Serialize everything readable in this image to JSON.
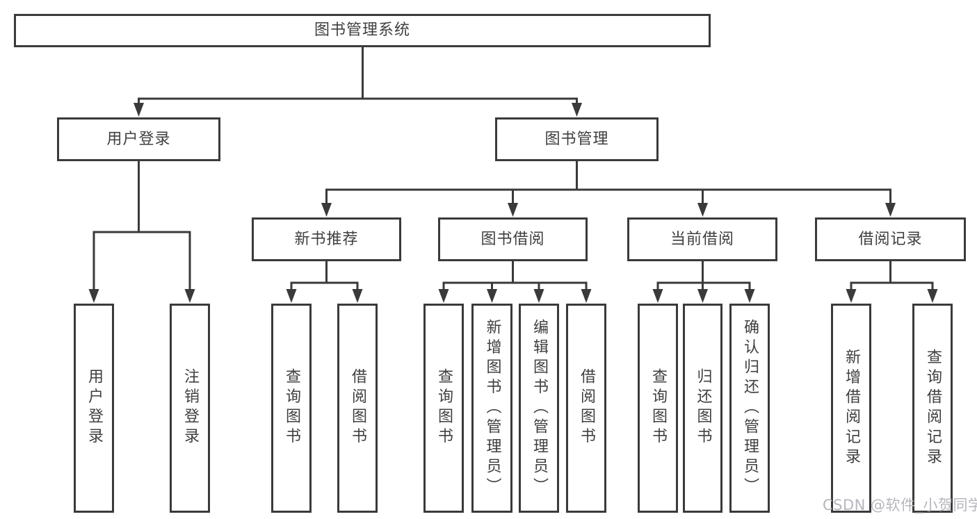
{
  "tree": {
    "root": {
      "label": "图书管理系统"
    },
    "children": [
      {
        "label": "用户登录",
        "children": [
          {
            "label": "用户登录"
          },
          {
            "label": "注销登录"
          }
        ]
      },
      {
        "label": "图书管理",
        "children": [
          {
            "label": "新书推荐",
            "children": [
              {
                "label": "查询图书"
              },
              {
                "label": "借阅图书"
              }
            ]
          },
          {
            "label": "图书借阅",
            "children": [
              {
                "label": "查询图书"
              },
              {
                "label": "新增图书（管理员）"
              },
              {
                "label": "编辑图书（管理员）"
              },
              {
                "label": "借阅图书"
              }
            ]
          },
          {
            "label": "当前借阅",
            "children": [
              {
                "label": "查询图书"
              },
              {
                "label": "归还图书"
              },
              {
                "label": "确认归还（管理员）"
              }
            ]
          },
          {
            "label": "借阅记录",
            "children": [
              {
                "label": "新增借阅记录"
              },
              {
                "label": "查询借阅记录"
              }
            ]
          }
        ]
      }
    ]
  },
  "watermark": {
    "text": "CSDN @软件_小贺同学"
  },
  "colors": {
    "line": "#3a3a3a",
    "text": "#3f3f3f",
    "watermark": "#b6b6bd",
    "background": "#ffffff"
  }
}
